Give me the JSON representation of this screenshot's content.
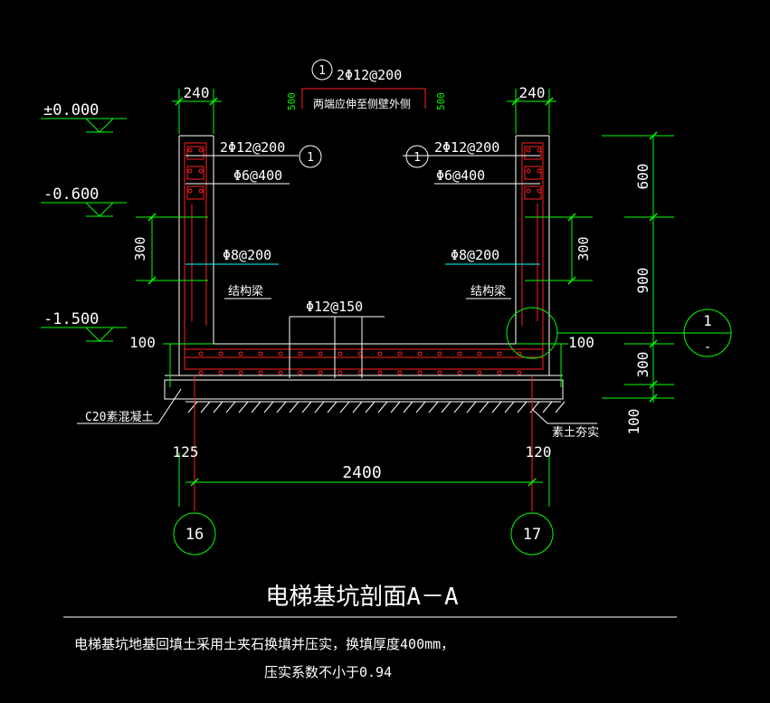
{
  "title": "电梯基坑剖面A－A",
  "note_line1": "电梯基坑地基回填土采用土夹石换填并压实，换填厚度400mm，",
  "note_line2": "压实系数不小于0.94",
  "top_callout": {
    "marker": "1",
    "rebar": "2Φ12@200",
    "text": "两端应伸至侧壁外侧",
    "left_dim": "500",
    "right_dim": "500"
  },
  "left_wall": {
    "width": "240",
    "rebar_top": "2Φ12@200",
    "marker": "1",
    "stirrup": "Φ6@400",
    "dim_300": "300",
    "rebar_side": "Φ8@200",
    "beam": "结构梁"
  },
  "right_wall": {
    "width": "240",
    "rebar_top": "2Φ12@200",
    "marker": "1",
    "stirrup": "Φ6@400",
    "dim_300": "300",
    "rebar_side": "Φ8@200",
    "beam": "结构梁"
  },
  "slab_rebar": "Φ12@150",
  "levels": [
    "±0.000",
    "-0.600",
    "-1.500"
  ],
  "dim_left_100": "100",
  "dim_right_100": "100",
  "right_dims": [
    "600",
    "900",
    "300",
    "100"
  ],
  "detail_marker": {
    "top": "1",
    "bottom": "-"
  },
  "concrete_label": "C20素混凝土",
  "soil_label": "素土夯实",
  "dim_125": "125",
  "dim_120": "120",
  "dim_total": "2400",
  "axes": [
    "16",
    "17"
  ],
  "colors": {
    "green": "#00ff00",
    "red": "#ff2020",
    "white": "#ffffff",
    "yellow": "#ffff00",
    "cyan": "#00ffff"
  }
}
